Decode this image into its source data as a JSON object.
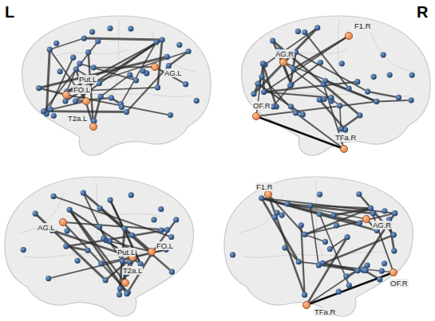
{
  "diagram": {
    "labels": [
      "L",
      "R",
      "FO.L",
      "Put.L",
      "AG.L",
      "T2a.L",
      "F1.R",
      "AG.R",
      "OF.R",
      "TFa.R",
      "AG.L",
      "Put.L",
      "FO.L",
      "T2a.L",
      "F1.R",
      "AG.R",
      "OF.R",
      "TFa.R"
    ]
  }
}
